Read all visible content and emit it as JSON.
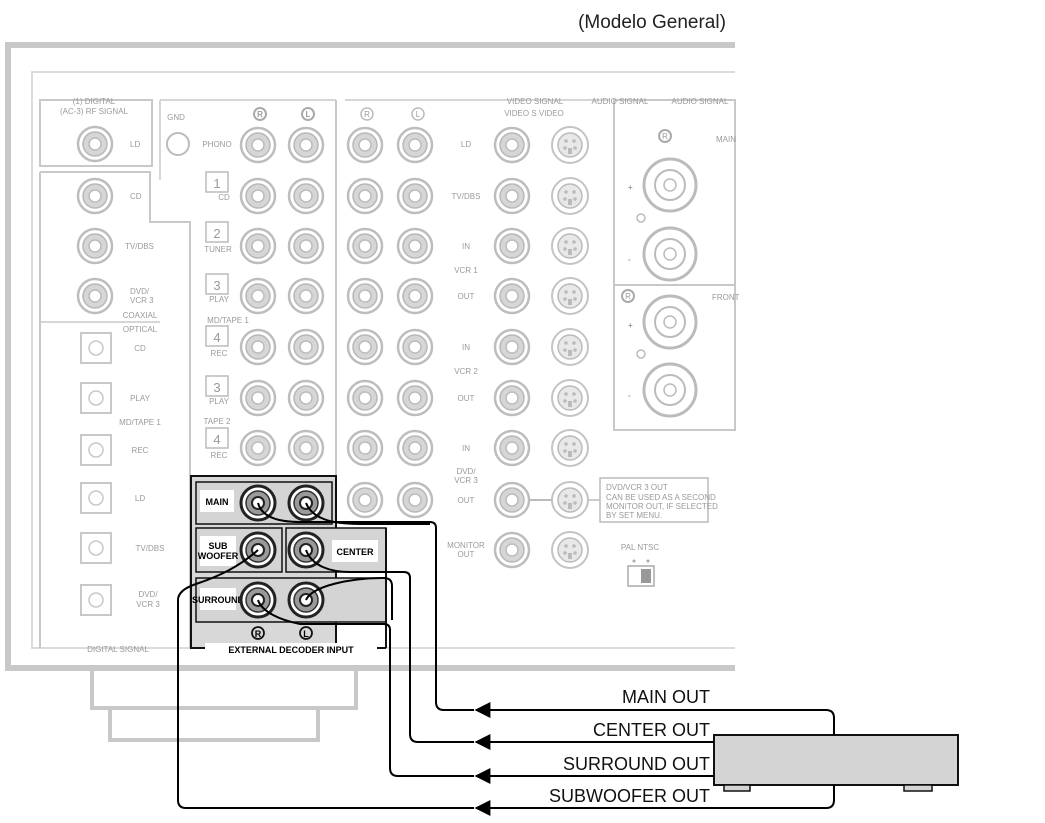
{
  "title": "(Modelo General)",
  "sections": {
    "digital_ac3_top": "(1) DIGITAL",
    "digital_ac3_bottom": "(AC-3) RF SIGNAL",
    "video_signal": "VIDEO SIGNAL",
    "audio_signal_1": "AUDIO SIGNAL",
    "audio_signal_2": "AUDIO SIGNAL",
    "video_s_video": "VIDEO S VIDEO",
    "coaxial": "COAXIAL",
    "optical": "OPTICAL",
    "digital_signal": "DIGITAL SIGNAL",
    "gnd": "GND",
    "main": "MAIN",
    "front": "FRONT",
    "right_sym": "R",
    "left_sym": "L"
  },
  "digital_inputs": {
    "rf": "LD",
    "coaxial": [
      "CD",
      "TV/DBS",
      "DVD/",
      "VCR 3"
    ],
    "optical": [
      "CD",
      "PLAY",
      "MD/TAPE 1",
      "REC",
      "LD",
      "TV/DBS",
      "DVD/",
      "VCR 3"
    ]
  },
  "audio_inputs": {
    "phono": "PHONO",
    "cd_num": "1",
    "cd": "CD",
    "tuner_num": "2",
    "tuner": "TUNER",
    "play1_num": "3",
    "play1": "PLAY",
    "mdtape1": "MD/TAPE 1",
    "rec1_num": "4",
    "rec1": "REC",
    "play2_num": "3",
    "play2": "PLAY",
    "tape2": "TAPE 2",
    "rec2_num": "4",
    "rec2": "REC"
  },
  "video_inputs": {
    "ld": "LD",
    "tvdbs": "TV/DBS",
    "vcr1": "VCR 1",
    "vcr1_in": "IN",
    "vcr1_out": "OUT",
    "vcr2": "VCR 2",
    "vcr2_in": "IN",
    "vcr2_out": "OUT",
    "dvd_in": "IN",
    "dvd1": "DVD/",
    "dvd2": "VCR 3",
    "dvd_out": "OUT",
    "monitor1": "MONITOR",
    "monitor2": "OUT",
    "pal_ntsc": "PAL NTSC",
    "dvd_note": [
      "DVD/VCR 3 OUT",
      "CAN BE USED AS A SECOND",
      "MONITOR OUT, IF SELECTED",
      "BY SET MENU."
    ]
  },
  "speaker_terminals": {
    "plus": "+",
    "minus": "-"
  },
  "decoder": {
    "main": "MAIN",
    "sub1": "SUB",
    "sub2": "WOOFER",
    "center": "CENTER",
    "surround": "SURROUND",
    "right_sym": "R",
    "left_sym": "L",
    "label": "EXTERNAL DECODER INPUT"
  },
  "outputs": {
    "main_out": "MAIN OUT",
    "center_out": "CENTER OUT",
    "surround_out": "SURROUND OUT",
    "subwoofer_out": "SUBWOOFER OUT"
  }
}
